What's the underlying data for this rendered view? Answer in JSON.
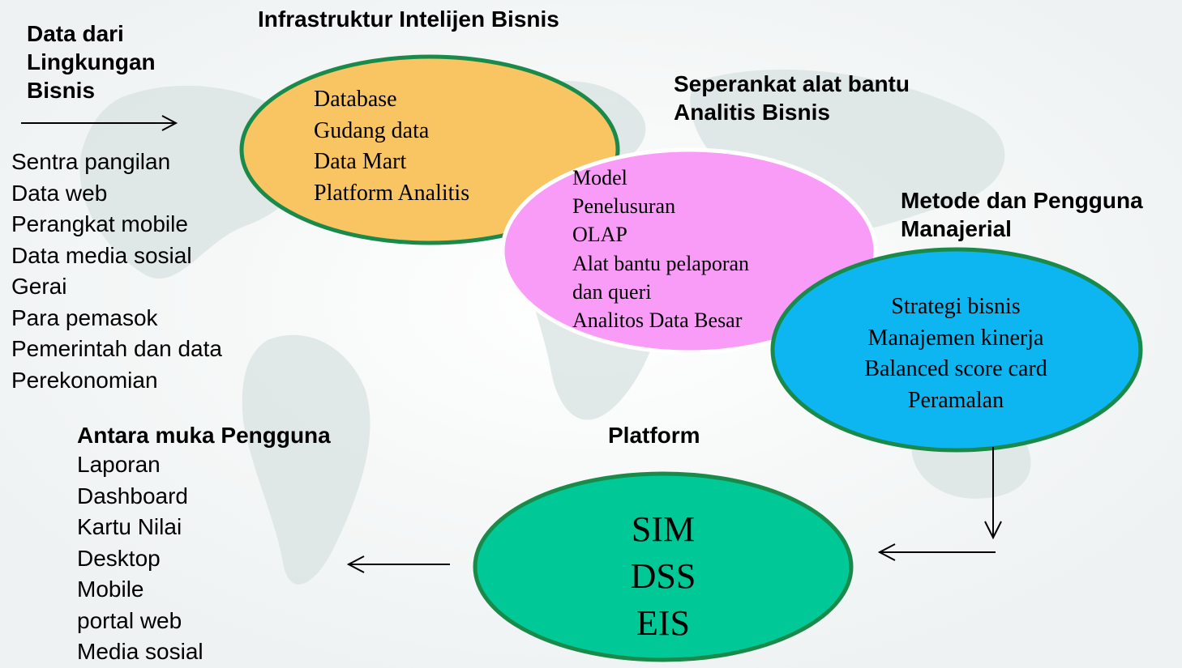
{
  "left_source": {
    "title": [
      "Data dari",
      "Lingkungan",
      "Bisnis"
    ],
    "items": [
      "Sentra pangilan",
      "Data web",
      "Perangkat mobile",
      "Data media sosial",
      "Gerai",
      "Para pemasok",
      "Pemerintah dan data",
      "Perekonomian"
    ]
  },
  "infrastructure": {
    "title": "Infrastruktur Intelijen Bisnis",
    "items": [
      "Database",
      "Gudang data",
      "Data Mart",
      "Platform Analitis"
    ],
    "color": "#f9c562"
  },
  "analytics": {
    "title": [
      "Seperankat alat bantu",
      "Analitis Bisnis"
    ],
    "items": [
      "Model",
      "Penelusuran",
      "OLAP",
      "Alat bantu pelaporan",
      "dan queri",
      "Analitos Data Besar"
    ],
    "color": "#f99cf7"
  },
  "managerial": {
    "title": [
      "Metode dan Pengguna",
      "Manajerial"
    ],
    "items": [
      "Strategi  bisnis",
      "Manajemen kinerja",
      "Balanced score card",
      "Peramalan"
    ],
    "color": "#0db6f0"
  },
  "platform": {
    "title": "Platform",
    "items": [
      "SIM",
      "DSS",
      "EIS"
    ],
    "color": "#00c896"
  },
  "user_interface": {
    "title": "Antara muka Pengguna",
    "items": [
      "Laporan",
      "Dashboard",
      "Kartu Nilai",
      "Desktop",
      "Mobile",
      "portal web",
      "Media sosial"
    ]
  },
  "border_color": "#1a8a4a"
}
